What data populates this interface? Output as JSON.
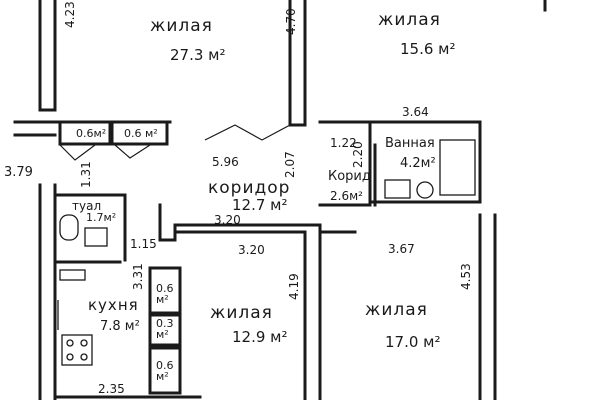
{
  "rooms": {
    "living1": {
      "name": "жилая",
      "area": "27.3 м²"
    },
    "living2": {
      "name": "жилая",
      "area": "15.6 м²"
    },
    "living3": {
      "name": "жилая",
      "area": "12.9 м²"
    },
    "living4": {
      "name": "жилая",
      "area": "17.0 м²"
    },
    "corridor": {
      "name": "коридор",
      "area": "12.7 м²"
    },
    "corridor_small": {
      "name": "Корид",
      "area": "2.6м²"
    },
    "bathroom": {
      "name": "Ванная",
      "area": "4.2м²"
    },
    "toilet": {
      "name": "туал",
      "area": "1.7м²"
    },
    "kitchen": {
      "name": "кухня",
      "area": "7.8 м²"
    },
    "closet1": {
      "area": "0.6м²"
    },
    "closet2": {
      "area": "0.6 м²"
    },
    "closet3": {
      "area": "0.6 м²"
    },
    "closet4": {
      "area": "0.3 м²"
    },
    "closet5": {
      "area": "0.6 м²"
    }
  },
  "dimensions": {
    "top_left_wall": "4.23",
    "top_mid_wall": "4.70",
    "bath_width": "3.64",
    "left_edge": "3.79",
    "left_mid": "1.31",
    "corridor_len": "5.96",
    "corridor_w": "2.07",
    "bath_door": "1.22",
    "bath_h": "2.20",
    "mid_span1": "3.20",
    "mid_span2": "3.20",
    "right_span": "3.67",
    "right_wall": "4.53",
    "room3_wall": "4.19",
    "toilet_w": "1.15",
    "closet_h": "3.31",
    "kitchen_w": "2.35"
  },
  "colors": {
    "ink": "#1a1a1a",
    "paper": "#ffffff"
  }
}
